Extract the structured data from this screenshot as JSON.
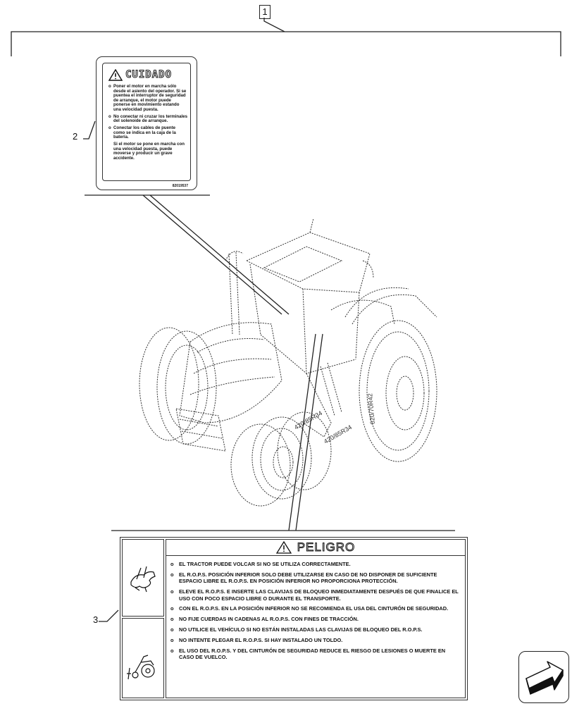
{
  "item_callout": "1",
  "callouts": [
    "2",
    "3"
  ],
  "cuidado": {
    "title": "CUIDADO",
    "items": [
      "Poner el motor en marcha sólo desde el asiento del operador. Si se puentea el interruptor de seguridad de arranque, el motor puede ponerse en movimiento estando una velocidad puesta.",
      "No conectar ni cruzar los terminales del solenoide de arranque.",
      "Conectar los cables de puente como se indica en la caja de la batería.",
      "Si el motor se pone en marcha con una velocidad puesta, puede moverse y producir un grave accidente."
    ],
    "code": "82019537"
  },
  "tire_labels": [
    "420/85R34",
    "420/85R34",
    "620/70R42"
  ],
  "peligro": {
    "title": "PELIGRO",
    "items": [
      "EL TRACTOR PUEDE VOLCAR SI NO SE UTILIZA CORRECTAMENTE.",
      "EL R.O.P.S. POSICIÓN INFERIOR SOLO DEBE UTILIZARSE EN CASO DE NO DISPONER DE SUFICIENTE ESPACIO LIBRE EL R.O.P.S. EN POSICIÓN INFERIOR NO PROPORCIONA PROTECCIÓN.",
      "ELEVE EL R.O.P.S. E INSERTE LAS CLAVIJAS DE BLOQUEO INMEDIATAMENTE DESPUÉS DE QUE FINALICE EL USO CON POCO ESPACIO LIBRE O DURANTE EL TRANSPORTE.",
      "CON EL R.O.P.S. EN LA POSICIÓN INFERIOR NO SE RECOMIENDA EL USA DEL CINTURÓN DE SEGURIDAD.",
      "NO FIJE CUERDAS IN CADENAS AL R.O.P.S. CON FINES DE TRACCIÓN.",
      "NO UTILICE EL VEHÍCULO SI NO ESTÁN INSTALADAS LAS CLAVIJAS DE BLOQUEO DEL R.O.P.S.",
      "NO INTENTE PLEGAR EL R.O.P.S. SI HAY INSTALADO UN TOLDO.",
      "EL USO DEL R.O.P.S. Y DEL CINTURÓN DE SEGURIDAD REDUCE EL RIESGO DE LESIONES O MUERTE EN CASO DE VUELCO."
    ]
  },
  "icons": {
    "warning": "warning-triangle-icon",
    "nav": "next-page-arrow-icon",
    "rollover_hand": "hand-rops-icon",
    "rollover_tractor": "tractor-rollover-icon"
  }
}
